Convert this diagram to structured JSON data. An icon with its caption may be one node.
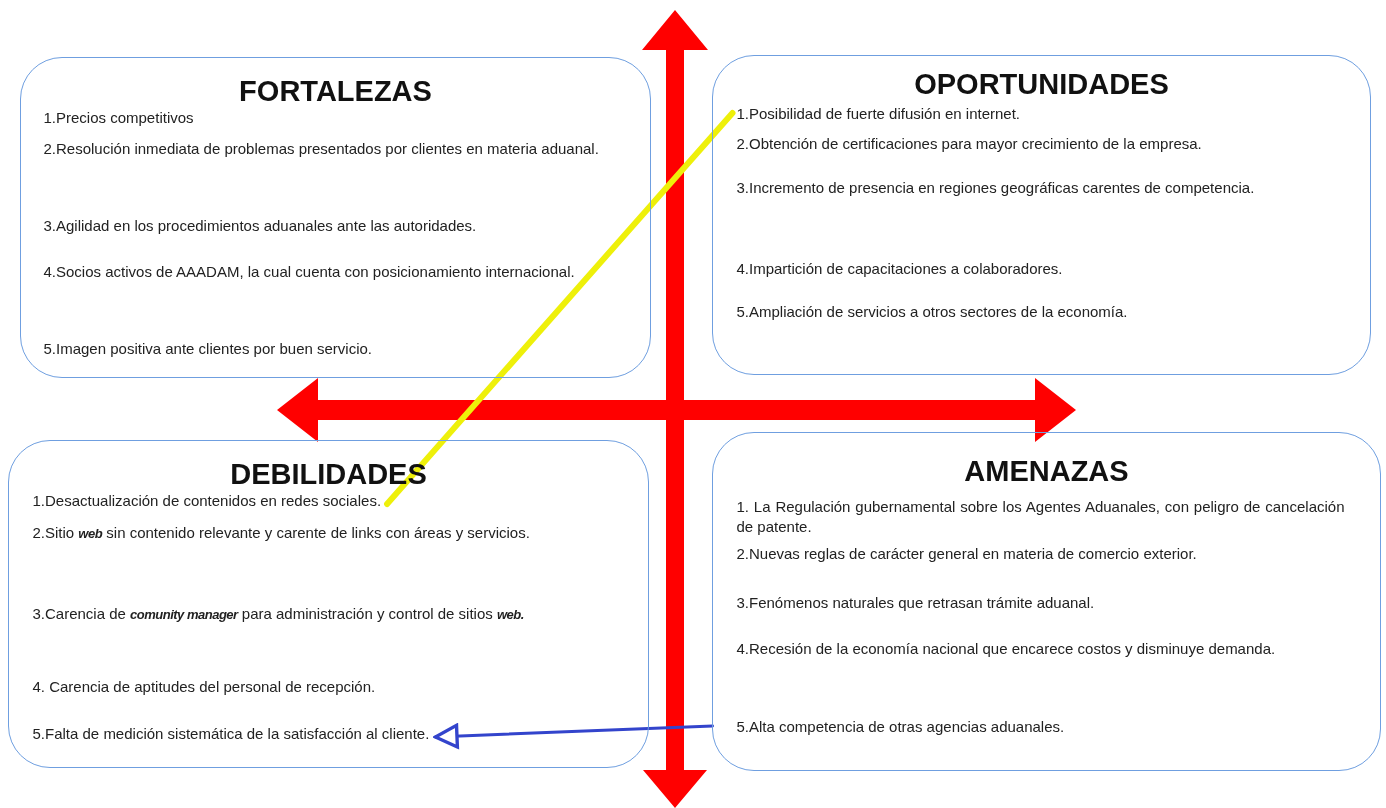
{
  "diagram": {
    "nodes": [
      {
        "text": [
          "FORTALEZAS"
        ]
      },
      {
        "text": [
          "1.Precios competitivos"
        ],
        "in": 0
      },
      {
        "text": [
          "2.Resolución inmediata de problemas presentados por clientes en materia aduanal."
        ],
        "in": 0
      },
      {
        "text": [
          "3.Agilidad en los procedimientos aduanales ante las autoridades."
        ],
        "in": 0
      },
      {
        "text": [
          "4.Socios activos de AAADAM, la cual cuenta con posicionamiento internacional."
        ],
        "in": 0
      },
      {
        "text": [
          "5.Imagen positiva ante clientes por buen servicio."
        ],
        "in": 0
      },
      {
        "text": [
          "OPORTUNIDADES"
        ]
      },
      {
        "text": [
          "1.Posibilidad de fuerte difusión en internet."
        ],
        "in": 6
      },
      {
        "text": [
          "2.Obtención de certificaciones para mayor crecimiento de la empresa."
        ],
        "in": 6
      },
      {
        "text": [
          "3.Incremento de presencia en regiones geográficas carentes de competencia."
        ],
        "in": 6
      },
      {
        "text": [
          "4.Impartición de capacitaciones a colaboradores."
        ],
        "in": 6
      },
      {
        "text": [
          "5.Ampliación de servicios a otros sectores de la economía."
        ],
        "in": 6
      },
      {
        "text": [
          "DEBILIDADES"
        ]
      },
      {
        "text": [
          "1.Desactualización de contenidos en redes sociales."
        ],
        "in": 12
      },
      {
        "text": [
          "2.Sitio *web* sin contenido relevante y carente de links con áreas y servicios."
        ],
        "in": 12
      },
      {
        "text": [
          "3.Carencia de *comunity manager* para administración y control de sitios *web.*"
        ],
        "in": 12
      },
      {
        "text": [
          "4. Carencia de aptitudes del personal de recepción."
        ],
        "in": 12
      },
      {
        "text": [
          "5.Falta de medición sistemática de la satisfacción al cliente."
        ],
        "in": 12
      },
      {
        "text": [
          "AMENAZAS"
        ]
      },
      {
        "text": [
          "1. La Regulación gubernamental sobre los Agentes Aduanales, con peligro de cancelación de patente."
        ],
        "in": 18
      },
      {
        "text": [
          "2.Nuevas reglas de carácter general en materia de comercio exterior."
        ],
        "in": 18
      },
      {
        "text": [
          "3.Fenómenos naturales que retrasan trámite aduanal."
        ],
        "in": 18
      },
      {
        "text": [
          "4.Recesión de la economía nacional que encarece costos y disminuye demanda."
        ],
        "in": 18
      },
      {
        "text": [
          "5.Alta competencia de otras agencias aduanales."
        ],
        "in": 18
      }
    ],
    "edges": [
      {
        "from": 7,
        "to": 13,
        "arrow": "none",
        "style": "thick",
        "color": "#eef00a"
      },
      {
        "from": 23,
        "to": 17,
        "arrow": "to",
        "color": "#3344cc"
      }
    ]
  }
}
